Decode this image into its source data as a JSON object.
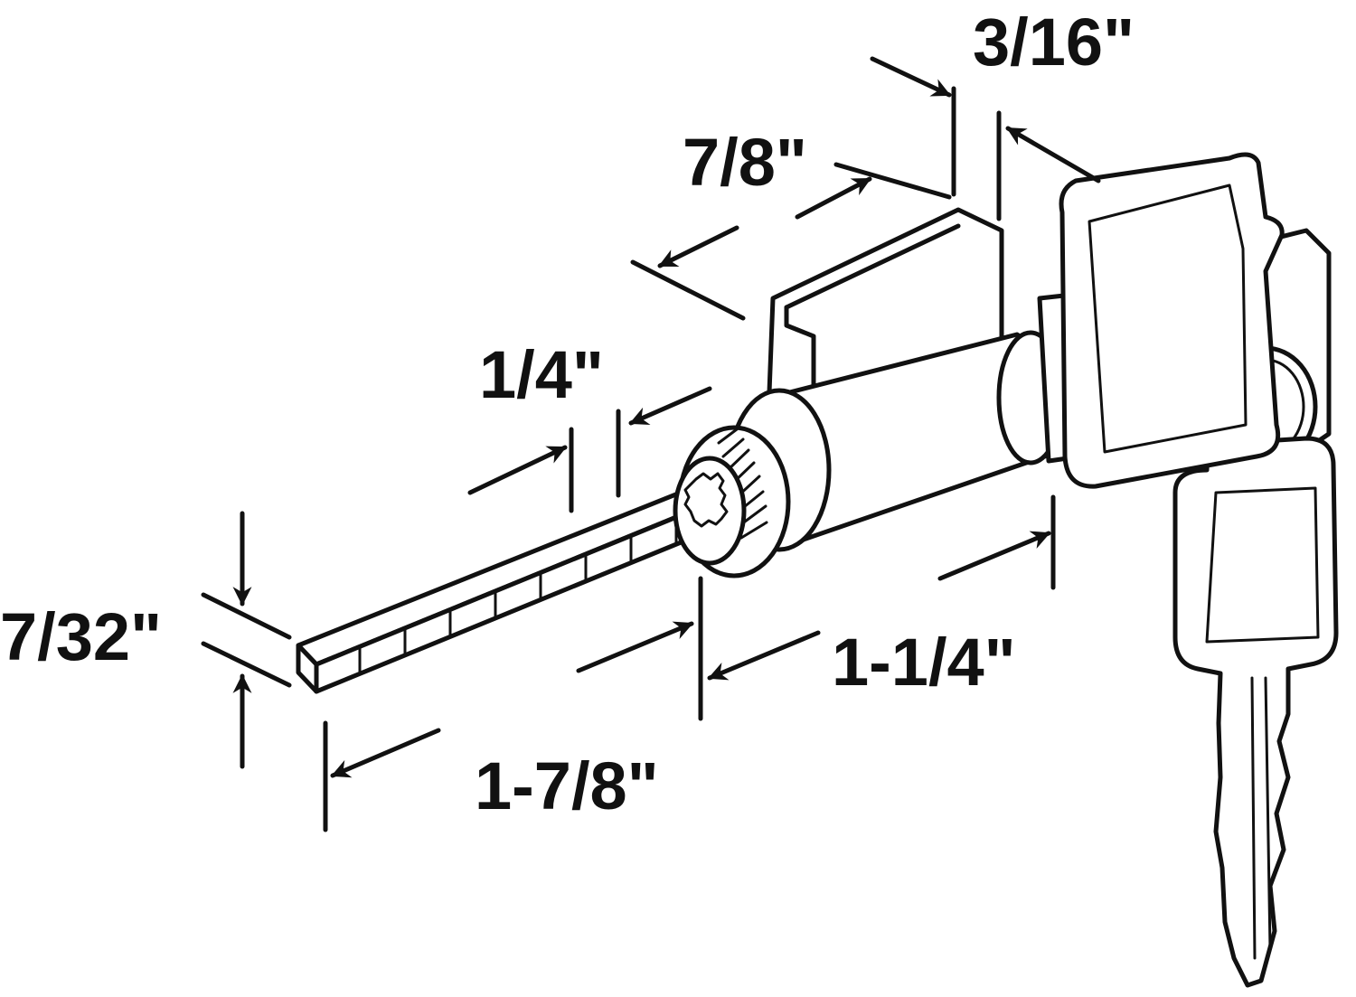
{
  "dimensions": {
    "body_length": "7/8\"",
    "shoulder": "3/16\"",
    "collar": "1/4\"",
    "cylinder_length": "1-1/4\"",
    "tailpiece_length": "1-7/8\"",
    "tailpiece_width": "7/32\""
  },
  "colors": {
    "line": "#111111",
    "background": "#ffffff"
  }
}
